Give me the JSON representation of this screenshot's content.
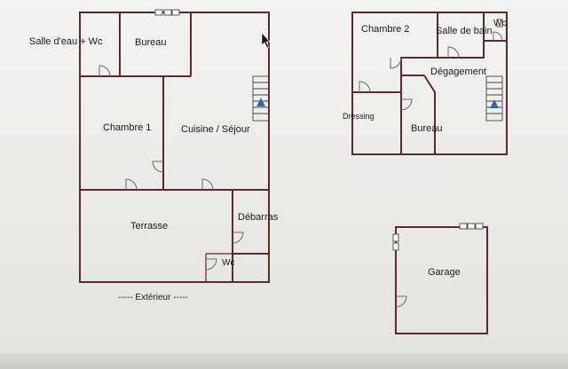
{
  "ground_floor": {
    "salle_eau_wc": "Salle d'eau + Wc",
    "bureau": "Bureau",
    "chambre_1": "Chambre 1",
    "cuisine_sejour": "Cuisine / Séjour",
    "terrasse": "Terrasse",
    "debarras": "Débarras",
    "wc": "Wc",
    "exterieur": "----- Extérieur -----"
  },
  "upper_floor": {
    "chambre_2": "Chambre 2",
    "salle_de_bain": "Salle de bain",
    "wc": "Wc",
    "degagement": "Dégagement",
    "dressing": "Dressing",
    "bureau": "Bureau"
  },
  "garage": {
    "label": "Garage"
  },
  "colors": {
    "wall": "#5a2a2c",
    "stair_arrow": "#2b6cb0"
  }
}
